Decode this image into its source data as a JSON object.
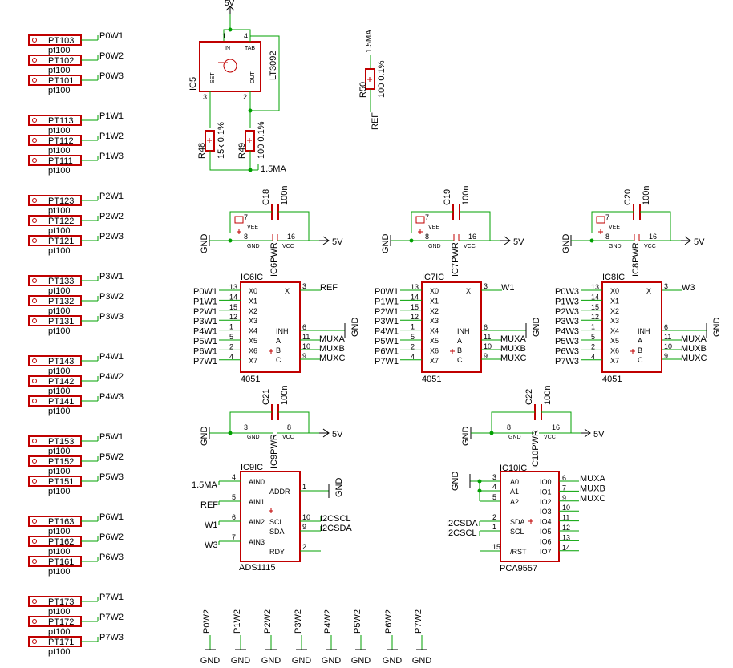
{
  "sensors": [
    {
      "label": "PT103",
      "value": "pt100",
      "net": "P0W1"
    },
    {
      "label": "PT102",
      "value": "pt100",
      "net": "P0W2"
    },
    {
      "label": "PT101",
      "value": "pt100",
      "net": "P0W3"
    },
    {
      "label": "PT113",
      "value": "pt100",
      "net": "P1W1"
    },
    {
      "label": "PT112",
      "value": "pt100",
      "net": "P1W2"
    },
    {
      "label": "PT111",
      "value": "pt100",
      "net": "P1W3"
    },
    {
      "label": "PT123",
      "value": "pt100",
      "net": "P2W1"
    },
    {
      "label": "PT122",
      "value": "pt100",
      "net": "P2W2"
    },
    {
      "label": "PT121",
      "value": "pt100",
      "net": "P2W3"
    },
    {
      "label": "PT133",
      "value": "pt100",
      "net": "P3W1"
    },
    {
      "label": "PT132",
      "value": "pt100",
      "net": "P3W2"
    },
    {
      "label": "PT131",
      "value": "pt100",
      "net": "P3W3"
    },
    {
      "label": "PT143",
      "value": "pt100",
      "net": "P4W1"
    },
    {
      "label": "PT142",
      "value": "pt100",
      "net": "P4W2"
    },
    {
      "label": "PT141",
      "value": "pt100",
      "net": "P4W3"
    },
    {
      "label": "PT153",
      "value": "pt100",
      "net": "P5W1"
    },
    {
      "label": "PT152",
      "value": "pt100",
      "net": "P5W2"
    },
    {
      "label": "PT151",
      "value": "pt100",
      "net": "P5W3"
    },
    {
      "label": "PT163",
      "value": "pt100",
      "net": "P6W1"
    },
    {
      "label": "PT162",
      "value": "pt100",
      "net": "P6W2"
    },
    {
      "label": "PT161",
      "value": "pt100",
      "net": "P6W3"
    },
    {
      "label": "PT173",
      "value": "pt100",
      "net": "P7W1"
    },
    {
      "label": "PT172",
      "value": "pt100",
      "net": "P7W2"
    },
    {
      "label": "PT171",
      "value": "pt100",
      "net": "P7W3"
    }
  ],
  "regulator": {
    "name": "IC5",
    "part": "LT3092",
    "supply": "5V",
    "pins": {
      "in": "IN",
      "tab": "TAB",
      "set": "SET",
      "out": "OUT"
    },
    "pin_numbers": {
      "in": "1",
      "tab": "4",
      "set": "3",
      "out": "2"
    },
    "r48": {
      "name": "R48",
      "value": "15k 0.1%"
    },
    "r49": {
      "name": "R49",
      "value": "100 0.1%"
    },
    "output_net": "1.5MA"
  },
  "ref_resistor": {
    "name": "R50",
    "value": "100 0.1%",
    "top_net": "1.5MA",
    "bottom_net": "REF"
  },
  "muxes": [
    {
      "name": "IC6IC",
      "pwr": "IC6PWR",
      "part": "4051",
      "cap": "C18",
      "cap_value": "100n",
      "x_net": "REF",
      "inputs": [
        "P0W1",
        "P1W1",
        "P2W1",
        "P3W1",
        "P4W1",
        "P5W1",
        "P6W1",
        "P7W1"
      ]
    },
    {
      "name": "IC7IC",
      "pwr": "IC7PWR",
      "part": "4051",
      "cap": "C19",
      "cap_value": "100n",
      "x_net": "W1",
      "inputs": [
        "P0W1",
        "P1W1",
        "P2W1",
        "P3W1",
        "P4W1",
        "P5W1",
        "P6W1",
        "P7W1"
      ]
    },
    {
      "name": "IC8IC",
      "pwr": "IC8PWR",
      "part": "4051",
      "cap": "C20",
      "cap_value": "100n",
      "x_net": "W3",
      "inputs": [
        "P0W3",
        "P1W3",
        "P2W3",
        "P3W3",
        "P4W3",
        "P5W3",
        "P6W3",
        "P7W3"
      ]
    }
  ],
  "mux_common": {
    "left_pins": [
      "X0",
      "X1",
      "X2",
      "X3",
      "X4",
      "X5",
      "X6",
      "X7"
    ],
    "left_nums": [
      "13",
      "14",
      "15",
      "12",
      "1",
      "5",
      "2",
      "4"
    ],
    "x_pin": "X",
    "x_num": "3",
    "right_pins": [
      "INH",
      "A",
      "B",
      "C"
    ],
    "right_nums": [
      "6",
      "11",
      "10",
      "9"
    ],
    "right_nets": [
      "GND",
      "MUXA",
      "MUXB",
      "MUXC"
    ],
    "pwr_pins": {
      "vee": "VEE",
      "gnd": "GND",
      "vcc": "VCC",
      "vee_num": "7",
      "gnd_num": "8",
      "vcc_num": "16"
    },
    "gnd": "GND",
    "vcc_net": "5V"
  },
  "adc": {
    "name": "IC9IC",
    "pwr": "IC9PWR",
    "part": "ADS1115",
    "cap": "C21",
    "cap_value": "100n",
    "pins": [
      "AIN0",
      "AIN1",
      "AIN2",
      "AIN3"
    ],
    "pin_nums": [
      "4",
      "5",
      "6",
      "7"
    ],
    "nets": [
      "1.5MA",
      "REF",
      "W1",
      "W3"
    ],
    "right_pins": [
      "ADDR",
      "SCL",
      "SDA",
      "RDY"
    ],
    "right_nums": [
      "1",
      "10",
      "9",
      "2"
    ],
    "right_nets": [
      "GND",
      "I2CSCL",
      "I2CSDA",
      ""
    ],
    "pwr_pins": {
      "gnd": "GND",
      "vcc": "VCC",
      "gnd_num": "3",
      "vcc_num": "8"
    }
  },
  "expander": {
    "name": "IC10IC",
    "pwr": "IC10PWR",
    "part": "PCA9557",
    "cap": "C22",
    "cap_value": "100n",
    "left_pins": [
      "A0",
      "A1",
      "A2",
      "SDA",
      "SCL",
      "/RST"
    ],
    "left_nums": [
      "3",
      "4",
      "5",
      "2",
      "1",
      "15"
    ],
    "left_nets": [
      "",
      "",
      "",
      "I2CSDA",
      "I2CSCL",
      ""
    ],
    "io_pins": [
      "IO0",
      "IO1",
      "IO2",
      "IO3",
      "IO4",
      "IO5",
      "IO6",
      "IO7"
    ],
    "io_nums": [
      "6",
      "7",
      "9",
      "10",
      "11",
      "12",
      "13",
      "14"
    ],
    "io_nets": [
      "MUXA",
      "MUXB",
      "MUXC",
      "",
      "",
      "",
      "",
      ""
    ],
    "pwr_pins": {
      "gnd": "GND",
      "vcc": "VCC",
      "gnd_num": "8",
      "vcc_num": "16"
    }
  },
  "wire2_grounds": {
    "nets": [
      "P0W2",
      "P1W2",
      "P2W2",
      "P3W2",
      "P4W2",
      "P5W2",
      "P6W2",
      "P7W2"
    ],
    "gnd": "GND"
  }
}
